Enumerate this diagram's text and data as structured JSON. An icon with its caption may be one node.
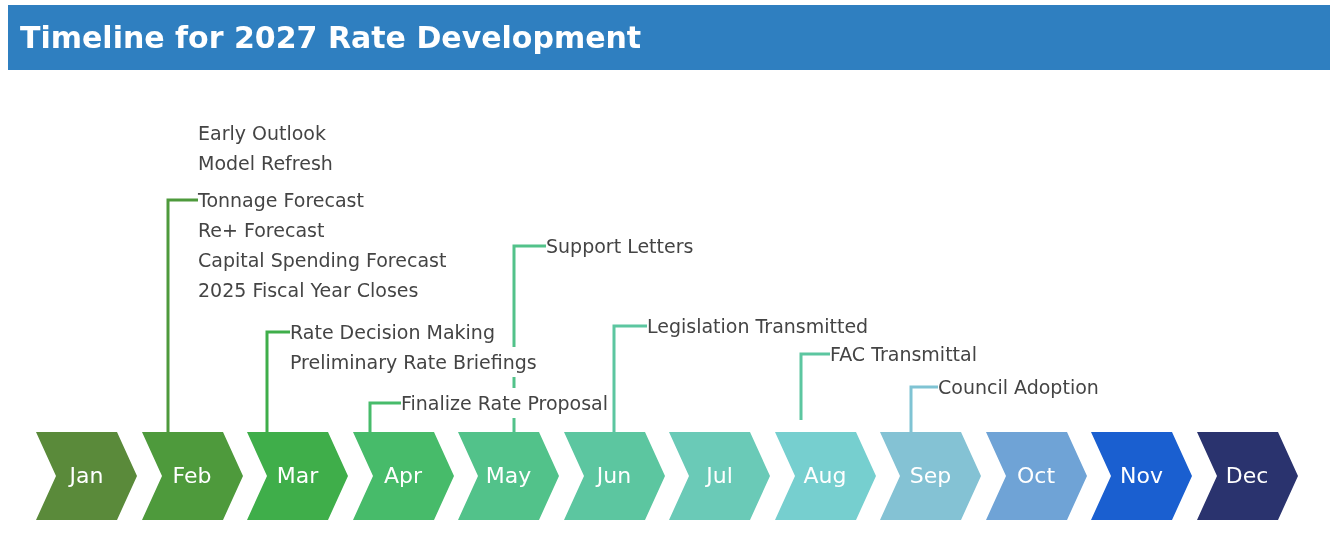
{
  "diagram": {
    "title": "Timeline for 2027 Rate Development",
    "nodes": [
      {
        "text": [
          "Jan"
        ]
      },
      {
        "text": [
          "Feb"
        ]
      },
      {
        "text": [
          "Mar"
        ]
      },
      {
        "text": [
          "Apr"
        ]
      },
      {
        "text": [
          "May"
        ]
      },
      {
        "text": [
          "Jun"
        ]
      },
      {
        "text": [
          "Jul"
        ]
      },
      {
        "text": [
          "Aug"
        ]
      },
      {
        "text": [
          "Sep"
        ]
      },
      {
        "text": [
          "Oct"
        ]
      },
      {
        "text": [
          "Nov"
        ]
      },
      {
        "text": [
          "Dec"
        ]
      },
      {
        "text": [
          "Early Outlook",
          "Model Refresh",
          "Tonnage Forecast",
          "Re+ Forecast",
          "Capital Spending Forecast",
          "2025 Fiscal Year Closes"
        ]
      },
      {
        "text": [
          "Rate Decision Making",
          "Preliminary Rate Briefings"
        ]
      },
      {
        "text": [
          "Finalize Rate Proposal"
        ]
      },
      {
        "text": [
          "Support Letters"
        ]
      },
      {
        "text": [
          "Legislation Transmitted"
        ]
      },
      {
        "text": [
          "FAC Transmittal"
        ]
      },
      {
        "text": [
          "Council Adoption"
        ]
      }
    ],
    "edges": [
      {
        "from": 12,
        "to": 1,
        "arrow": "none",
        "color": "#4e9a3c"
      },
      {
        "from": 13,
        "to": 2,
        "arrow": "none",
        "color": "#3fae4a"
      },
      {
        "from": 14,
        "to": 3,
        "arrow": "none",
        "color": "#47bb6a"
      },
      {
        "from": 15,
        "to": 4,
        "arrow": "none",
        "color": "#52c28a"
      },
      {
        "from": 16,
        "to": 5,
        "arrow": "none",
        "color": "#5cc6a0"
      },
      {
        "from": 17,
        "to": 7,
        "arrow": "none",
        "color": "#5cc6a0"
      },
      {
        "from": 18,
        "to": 8,
        "arrow": "none",
        "color": "#7fc3d3"
      }
    ]
  }
}
